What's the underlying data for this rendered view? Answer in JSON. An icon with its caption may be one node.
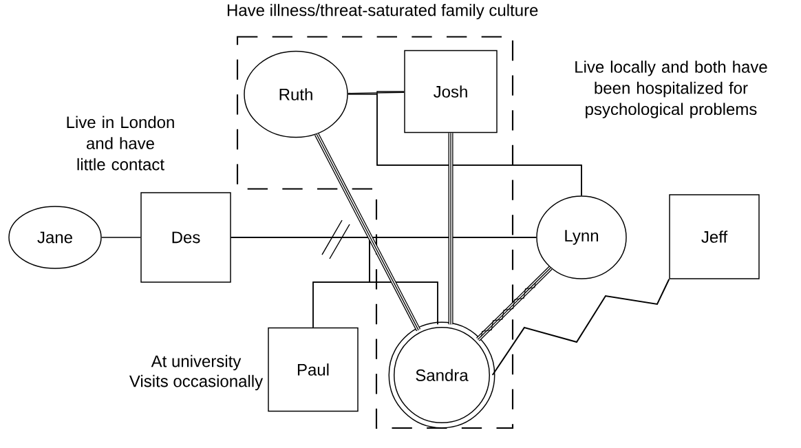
{
  "diagram": {
    "nodes": [
      {
        "text": [
          "Have illness/threat-saturated family culture"
        ]
      },
      {
        "text": [
          "Jane"
        ]
      },
      {
        "text": [
          "Des"
        ]
      },
      {
        "text": [
          "Ruth"
        ],
        "in": 0
      },
      {
        "text": [
          "Josh"
        ],
        "in": 0
      },
      {
        "text": [
          "Lynn"
        ]
      },
      {
        "text": [
          "Jeff"
        ]
      },
      {
        "text": [
          "Paul"
        ],
        "beside": [
          "At university",
          "Visits occasionally"
        ]
      },
      {
        "text": [
          "Sandra"
        ],
        "in": 0
      }
    ],
    "edges": [
      {
        "from": 1,
        "to": 2,
        "arrow": "none"
      },
      {
        "from": 2,
        "to": 5,
        "arrow": "none"
      },
      {
        "from": 3,
        "to": 4,
        "arrow": "none"
      },
      {
        "from": 3,
        "to": 5,
        "arrow": "none"
      },
      {
        "from": 4,
        "to": 5,
        "arrow": "none"
      },
      {
        "from": 2,
        "to": 7,
        "arrow": "none"
      },
      {
        "from": 5,
        "to": 7,
        "arrow": "none"
      },
      {
        "from": 2,
        "to": 8,
        "arrow": "none"
      },
      {
        "from": 5,
        "to": 8,
        "arrow": "none"
      },
      {
        "from": 3,
        "to": 8,
        "arrow": "none",
        "style": "thick"
      },
      {
        "from": 4,
        "to": 8,
        "arrow": "none",
        "style": "thick"
      },
      {
        "from": 5,
        "to": 8,
        "arrow": "none",
        "style": "thick"
      },
      {
        "from": 6,
        "to": 8,
        "arrow": "none"
      }
    ],
    "labels": [
      "Live in London and have little contact",
      "Live locally and both have been hospitalized for psychological problems"
    ]
  }
}
